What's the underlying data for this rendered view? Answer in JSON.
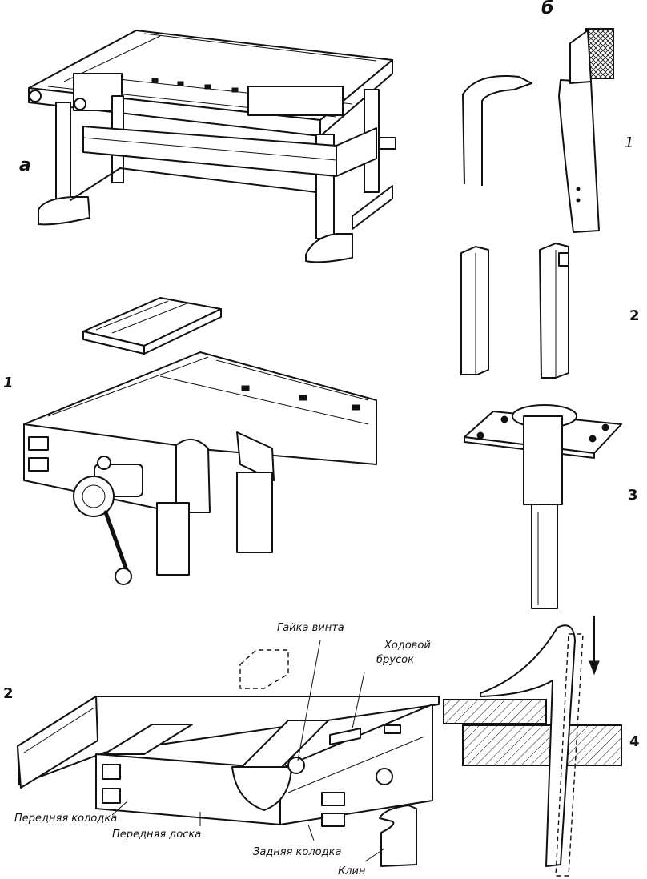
{
  "labels": {
    "a": "а",
    "b": "б",
    "a1": "1",
    "a2": "2",
    "b1": "1",
    "b2": "2",
    "b3": "3",
    "b4": "4"
  },
  "captions": {
    "screw_nut": "Гайка винта",
    "running_bar_1": "Ходовой",
    "running_bar_2": "брусок",
    "front_block": "Передняя колодка",
    "front_board": "Передняя доска",
    "rear_block": "Задняя колодка",
    "wedge": "Клин"
  }
}
